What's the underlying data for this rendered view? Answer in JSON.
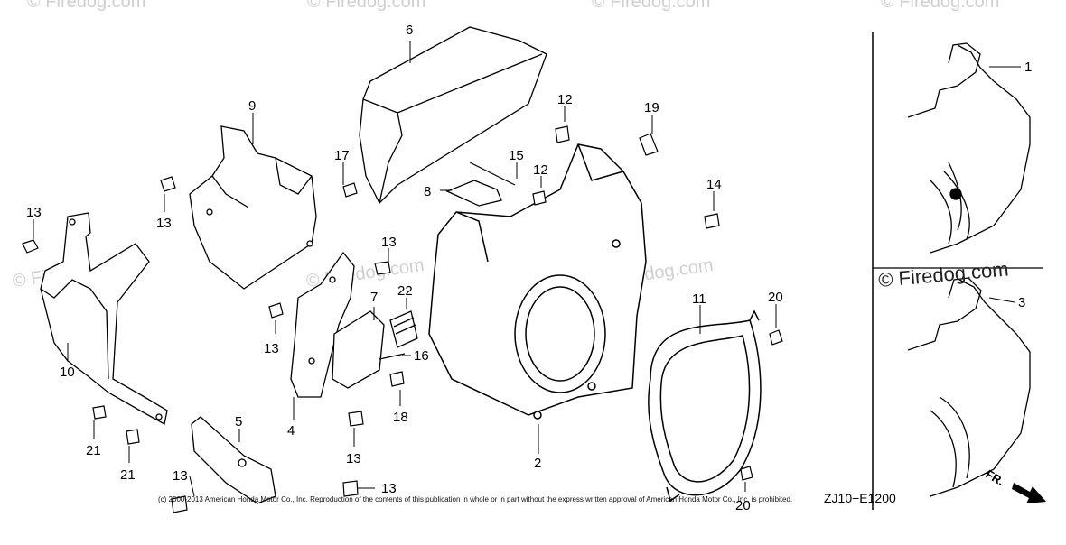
{
  "diagram": {
    "callouts": [
      "1",
      "2",
      "3",
      "4",
      "5",
      "6",
      "7",
      "8",
      "9",
      "10",
      "11",
      "12",
      "12",
      "13",
      "13",
      "13",
      "13",
      "13",
      "13",
      "13",
      "14",
      "15",
      "16",
      "17",
      "18",
      "19",
      "20",
      "20",
      "21",
      "21",
      "22"
    ],
    "watermark": "© Firedog.com",
    "copyright": "(c) 2000-2013 American Honda Motor Co., Inc. Reproduction of the contents of this publication in whole or in part without the express written approval of American Honda Motor Co., Inc. is prohibited.",
    "diagram_code": "ZJ10−E1200",
    "direction_label": "FR."
  },
  "colors": {
    "line": "#000000",
    "background": "#ffffff",
    "watermark": "#cfcfcf"
  }
}
